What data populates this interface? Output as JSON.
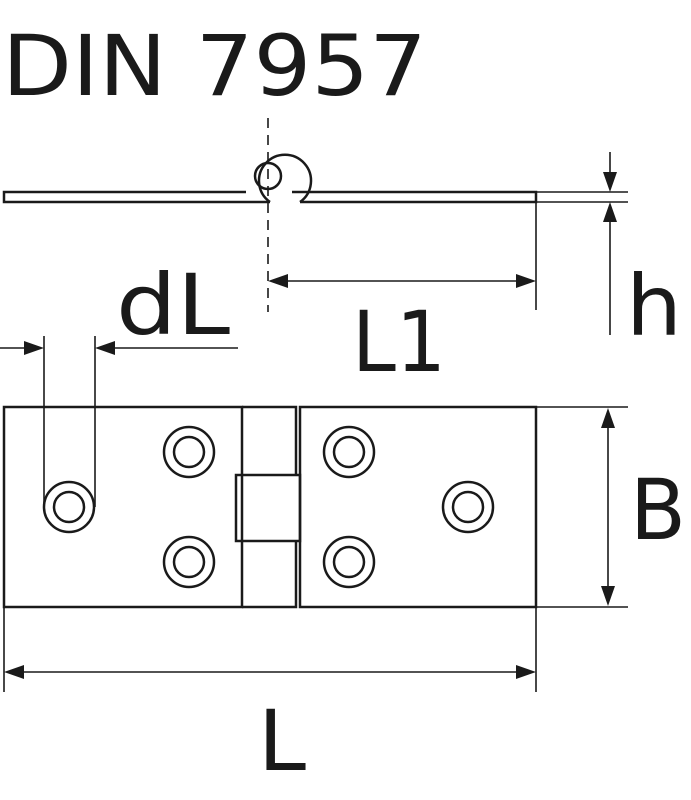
{
  "title": "DIN 7957",
  "dimensions": {
    "dL": "dL",
    "L1": "L1",
    "h": "h",
    "B": "B",
    "L": "L"
  }
}
